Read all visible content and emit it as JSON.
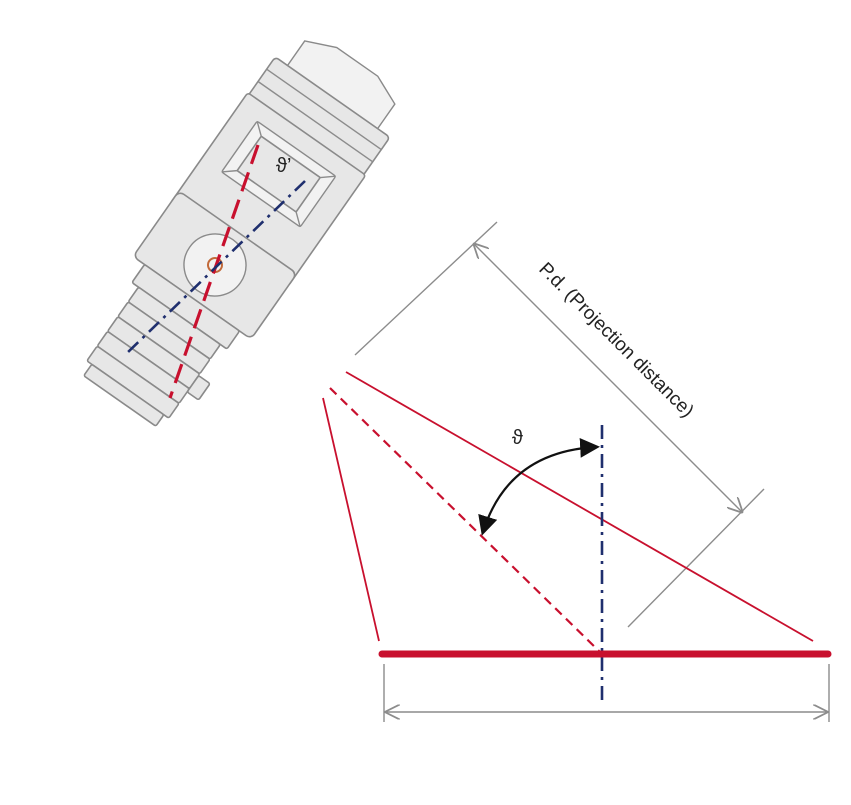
{
  "labels": {
    "projection_distance": "P.d. (Projection distance)",
    "theta": "ϑ",
    "theta_prime": "ϑ’"
  },
  "colors": {
    "beam": "#c8102e",
    "axis": "#1f2f6e",
    "housing_stroke": "#8a8a8a",
    "housing_fill": "#e7e7e7",
    "dimension_lines": "#8c8c8c",
    "arrow": "#111111"
  },
  "icons": {
    "arrow": "curved-double-arrow-icon"
  }
}
